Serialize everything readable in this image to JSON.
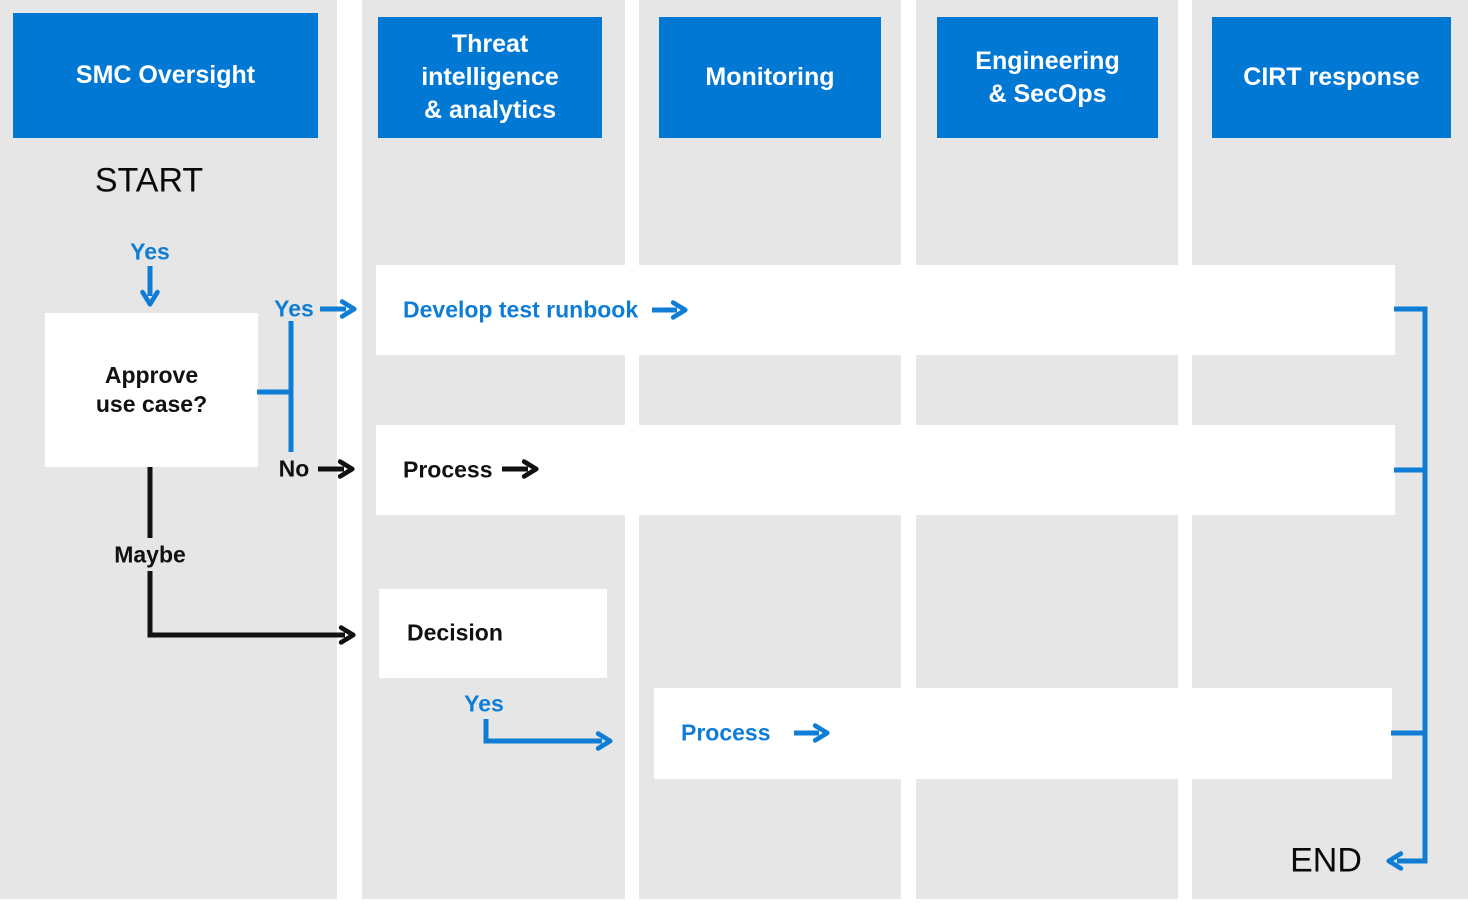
{
  "lanes": [
    {
      "title": "SMC Oversight",
      "lines": [
        "SMC Oversight"
      ]
    },
    {
      "title": "Threat intelligence & analytics",
      "lines": [
        "Threat",
        "intelligence",
        "& analytics"
      ]
    },
    {
      "title": "Monitoring",
      "lines": [
        "Monitoring"
      ]
    },
    {
      "title": "Engineering & SecOps",
      "lines": [
        "Engineering",
        "& SecOps"
      ]
    },
    {
      "title": "CIRT response",
      "lines": [
        "CIRT response"
      ]
    }
  ],
  "terminals": {
    "start": "START",
    "end": "END"
  },
  "branch_labels": {
    "yes_top": "Yes",
    "yes_branch": "Yes",
    "no_branch": "No",
    "maybe": "Maybe",
    "yes_decision": "Yes"
  },
  "nodes": {
    "approve_lines": [
      "Approve",
      "use case?"
    ],
    "approve": "Approve use case?",
    "develop_test_runbook": "Develop test runbook",
    "process_engineering": "Process",
    "decision": "Decision",
    "process_monitoring": "Process"
  },
  "colors": {
    "header_blue": "#0078d4",
    "flow_blue": "#0f7dd6",
    "lane_gray": "#e6e6e6",
    "text_black": "#111111",
    "background_white": "#ffffff"
  }
}
